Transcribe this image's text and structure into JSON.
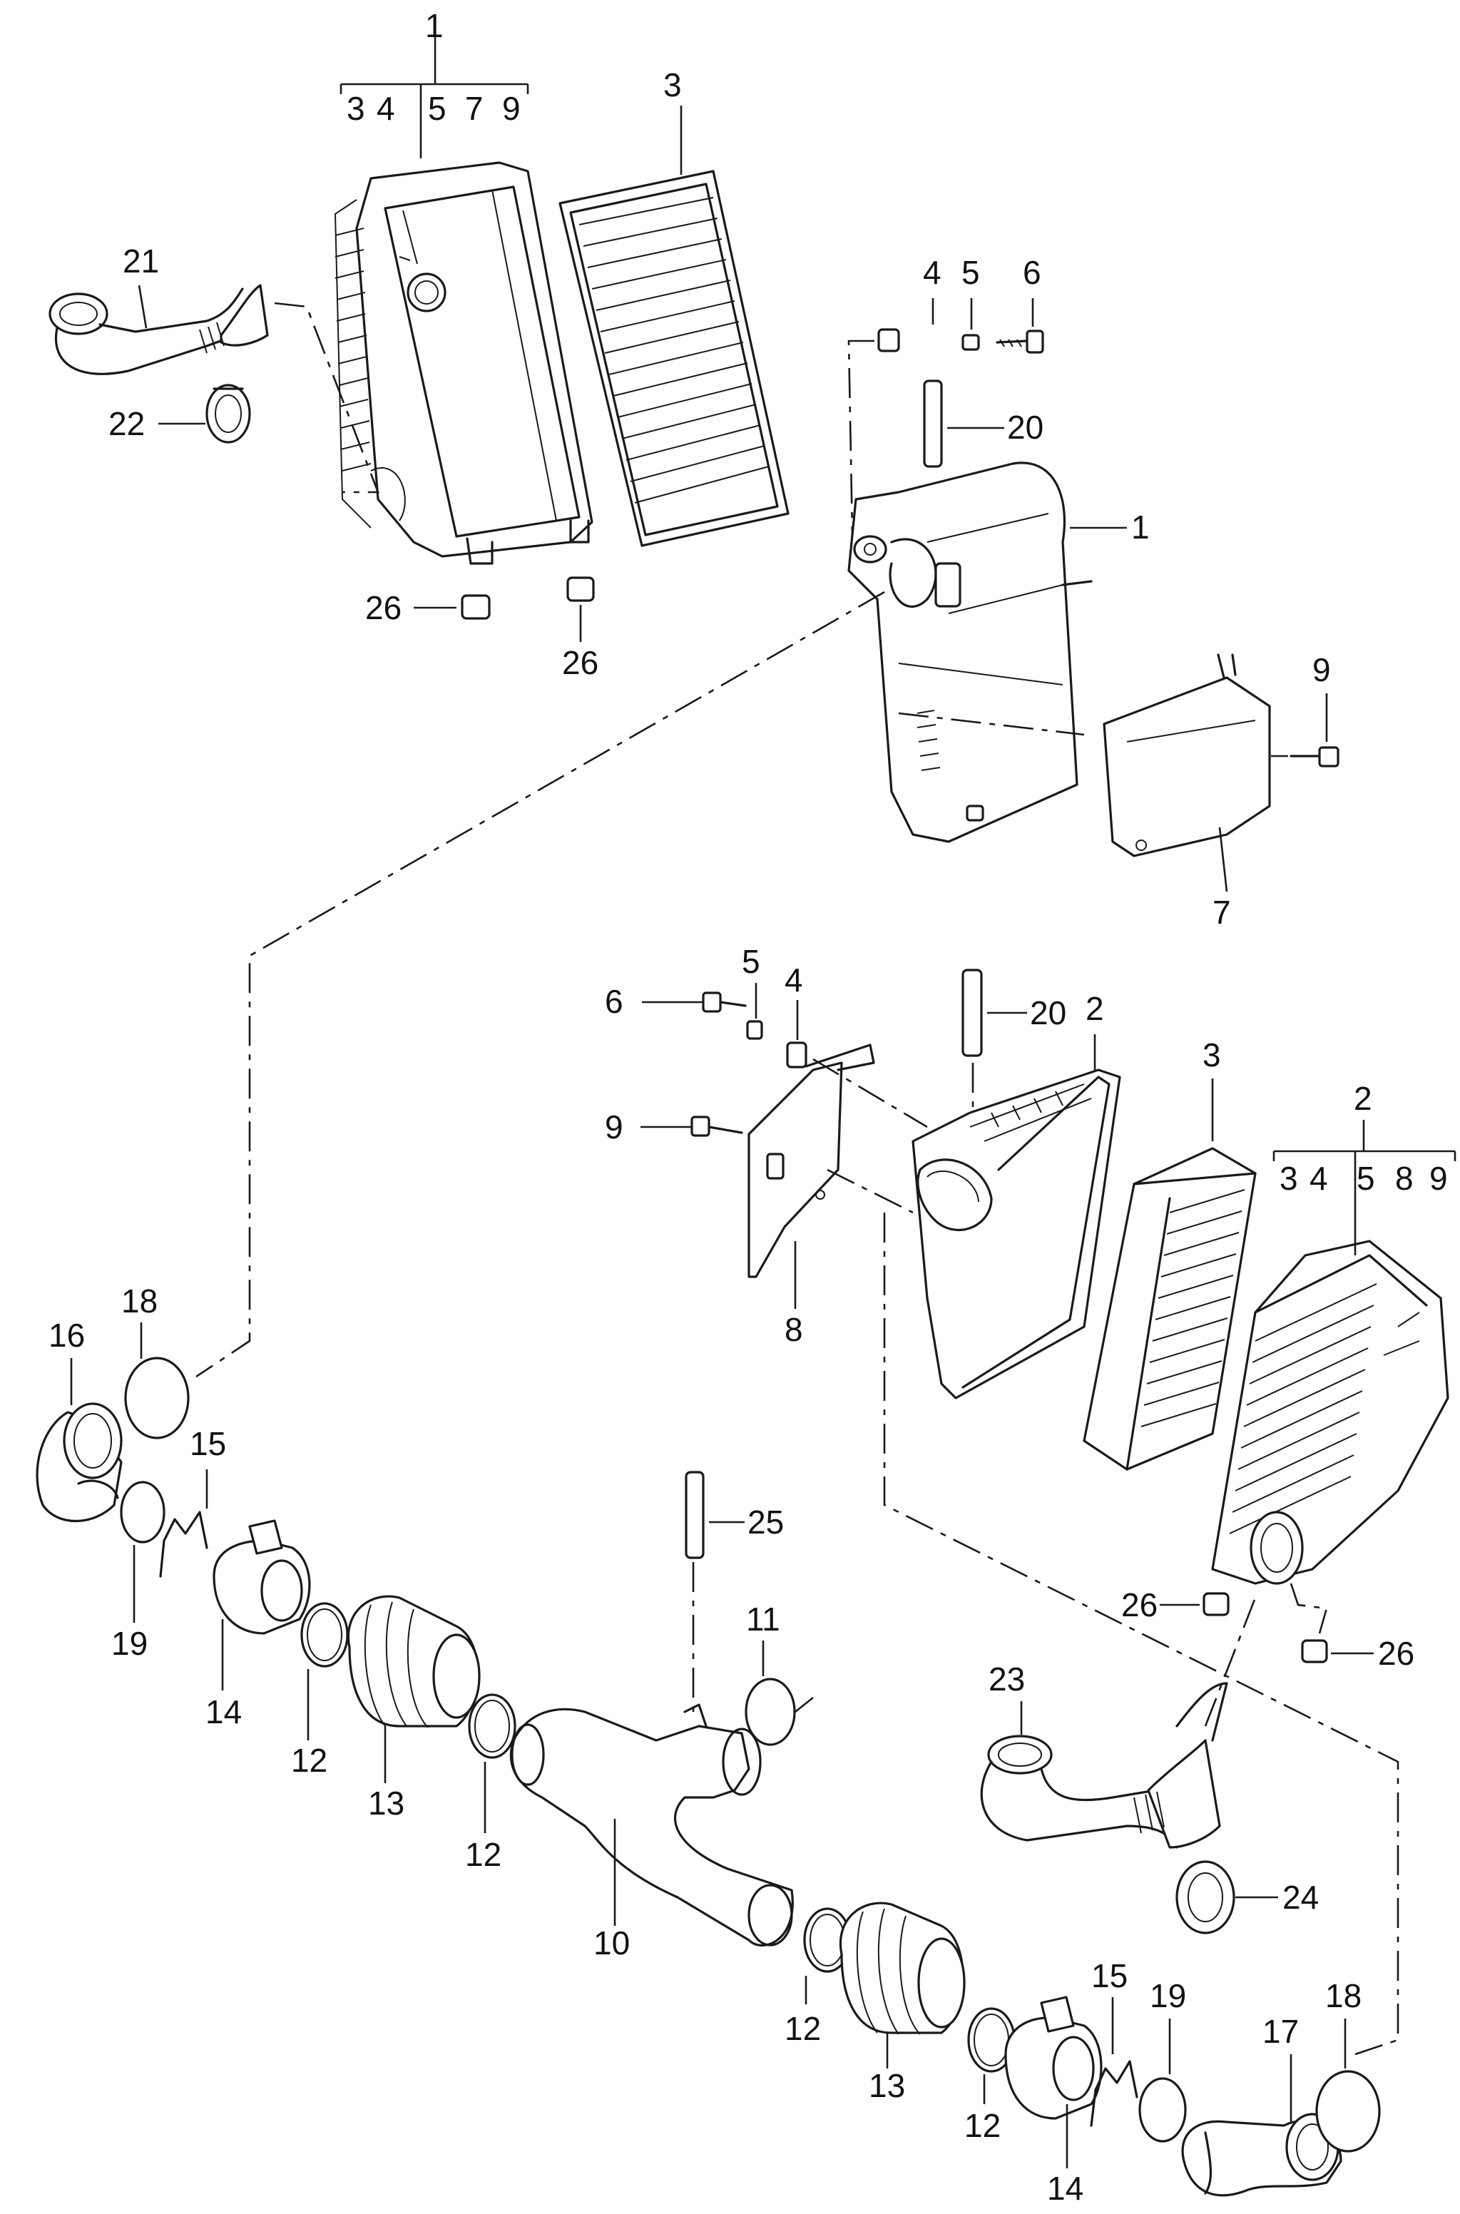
{
  "callouts": {
    "c1_top": "1",
    "c3_top": "3",
    "c21": "21",
    "c22": "22",
    "c26_a": "26",
    "c26_b": "26",
    "c4_top": "4",
    "c5_top": "5",
    "c6_top": "6",
    "c20_top": "20",
    "c1_right": "1",
    "c9_top": "9",
    "c7": "7",
    "c6_mid": "6",
    "c5_mid": "5",
    "c4_mid": "4",
    "c20_mid": "20",
    "c2_mid": "2",
    "c3_mid": "3",
    "c2_right": "2",
    "c9_mid": "9",
    "c8": "8",
    "c16": "16",
    "c18_left": "18",
    "c15_left": "15",
    "c19_left": "19",
    "c14_left": "14",
    "c12_a": "12",
    "c13_left": "13",
    "c12_b": "12",
    "c25": "25",
    "c11": "11",
    "c10": "10",
    "c26_c": "26",
    "c26_d": "26",
    "c23": "23",
    "c24": "24",
    "c12_c": "12",
    "c13_right": "13",
    "c12_d": "12",
    "c14_right": "14",
    "c15_right": "15",
    "c19_right": "19",
    "c17": "17",
    "c18_right": "18"
  },
  "groups": {
    "top_left": [
      "3",
      "4",
      "5",
      "7",
      "9"
    ],
    "right": [
      "3",
      "4",
      "5",
      "8",
      "9"
    ]
  }
}
